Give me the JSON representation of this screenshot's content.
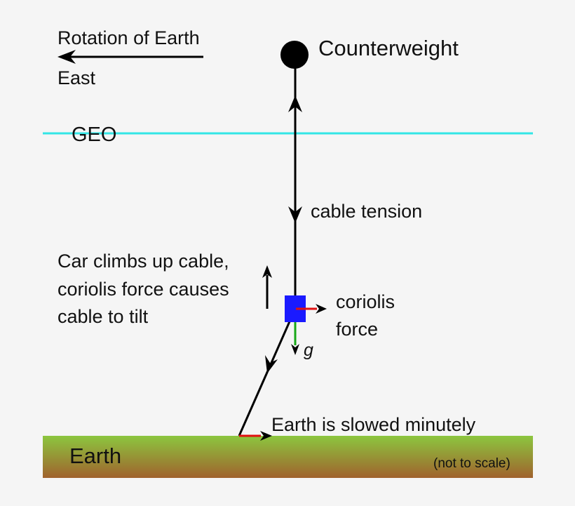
{
  "labels": {
    "rotation": "Rotation of Earth",
    "east": "East",
    "counterweight": "Counterweight",
    "geo": "GEO",
    "cable_tension": "cable tension",
    "car_line1": "Car climbs up cable,",
    "car_line2": "coriolis force causes",
    "car_line3": "cable to tilt",
    "coriolis_line1": "coriolis",
    "coriolis_line2": "force",
    "gravity": "g",
    "earth_slowed": "Earth is slowed minutely",
    "earth": "Earth",
    "not_to_scale": "(not to scale)"
  },
  "colors": {
    "background": "#f5f5f5",
    "geo_line": "#33e6e6",
    "car": "#1a1aff",
    "coriolis_arrow": "#e01010",
    "gravity_arrow": "#18a818",
    "earth_top": "#8cc63f",
    "earth_bottom": "#a0622d",
    "ink": "#000000"
  }
}
